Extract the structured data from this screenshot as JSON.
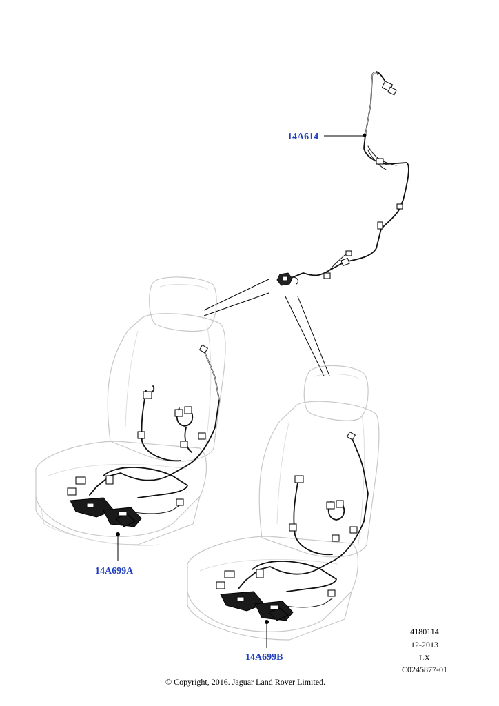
{
  "callouts": {
    "top_harness": "14A614",
    "seat_left": "14A699A",
    "seat_right": "14A699B"
  },
  "info_block": {
    "line1": "4180114",
    "line2": "12-2013",
    "line3": "LX",
    "line4": "C0245877-01"
  },
  "copyright": "© Copyright, 2016. Jaguar Land Rover Limited.",
  "colors": {
    "callout_text": "#1f3fbf",
    "seat_outline": "#c8c8c8",
    "harness": "#111111"
  }
}
